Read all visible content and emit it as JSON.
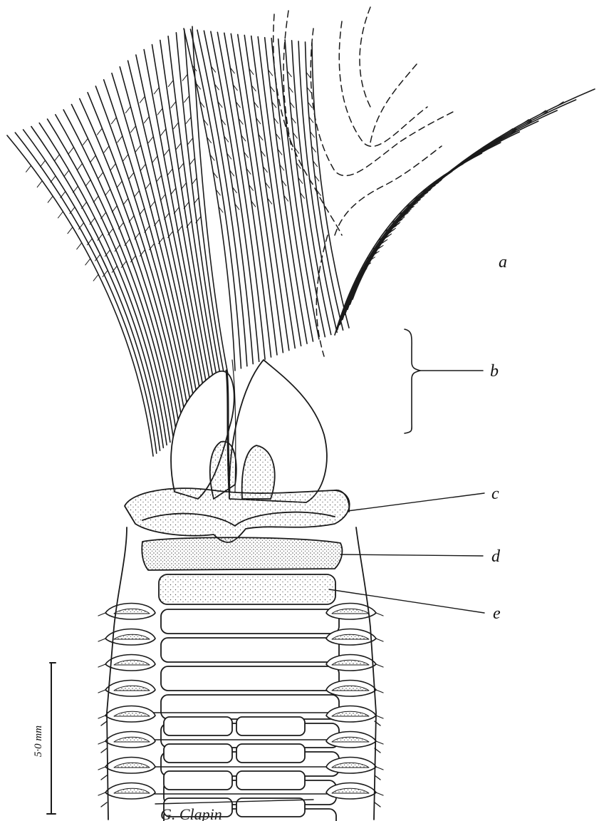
{
  "figure": {
    "labels": {
      "a": "a",
      "b": "b",
      "c": "c",
      "d": "d",
      "e": "e"
    },
    "scale_bar": "5·0 mm",
    "signature": "G. Clapin"
  },
  "colors": {
    "ink": "#1a1a1a",
    "stipple": "#555555",
    "background": "#ffffff"
  }
}
